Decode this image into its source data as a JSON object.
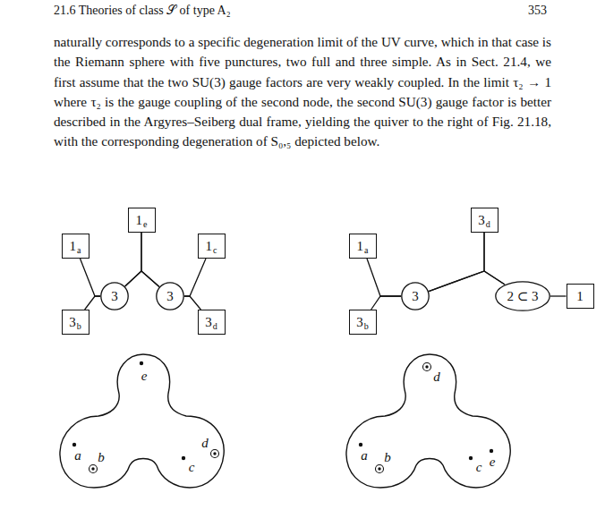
{
  "diagram": {
    "title": "21.6 Theories of class 𝒮 of type A₂",
    "nodes": [
      {
        "text": [
          "1",
          "a"
        ]
      },
      {
        "text": [
          "3",
          "b"
        ]
      },
      {
        "text": [
          "3"
        ]
      },
      {
        "text": [
          "1",
          "e"
        ]
      },
      {
        "text": [
          "3"
        ]
      },
      {
        "text": [
          "1",
          "c"
        ]
      },
      {
        "text": [
          "3",
          "d"
        ]
      },
      {
        "text": [
          "1",
          "a"
        ]
      },
      {
        "text": [
          "3",
          "b"
        ]
      },
      {
        "text": [
          "3"
        ]
      },
      {
        "text": [
          "3",
          "d"
        ]
      },
      {
        "text": [
          "2 ⊂ 3"
        ]
      },
      {
        "text": [
          "1"
        ]
      }
    ],
    "edges": [
      {
        "from": 0,
        "to": 2,
        "arrow": "none"
      },
      {
        "from": 1,
        "to": 2,
        "arrow": "none"
      },
      {
        "from": 2,
        "to": 4,
        "arrow": "none"
      },
      {
        "from": 3,
        "to": 2,
        "arrow": "none"
      },
      {
        "from": 3,
        "to": 4,
        "arrow": "none"
      },
      {
        "from": 5,
        "to": 4,
        "arrow": "none"
      },
      {
        "from": 6,
        "to": 4,
        "arrow": "none"
      },
      {
        "from": 7,
        "to": 9,
        "arrow": "none"
      },
      {
        "from": 8,
        "to": 9,
        "arrow": "none"
      },
      {
        "from": 9,
        "to": 11,
        "arrow": "none"
      },
      {
        "from": 10,
        "to": 9,
        "arrow": "none"
      },
      {
        "from": 10,
        "to": 11,
        "arrow": "none"
      },
      {
        "from": 11,
        "to": 12,
        "arrow": "none"
      }
    ],
    "labels": [
      "353",
      "naturally corresponds to a specific degeneration limit of the UV curve, which in that case is the Riemann sphere with five punctures, two full and three simple. As in Sect. 21.4, we first assume that the two SU(3) gauge factors are very weakly coupled. In the limit τ₂ → 1 where τ₂ is the gauge coupling of the second node, the second SU(3) gauge factor is better described in the Argyres–Seiberg dual frame, yielding the quiver to the right of Fig. 21.18, with the corresponding degeneration of S₀,₅ depicted below.",
      "e",
      "a",
      "b",
      "c",
      "d",
      "d",
      "a",
      "b",
      "c",
      "e"
    ]
  }
}
